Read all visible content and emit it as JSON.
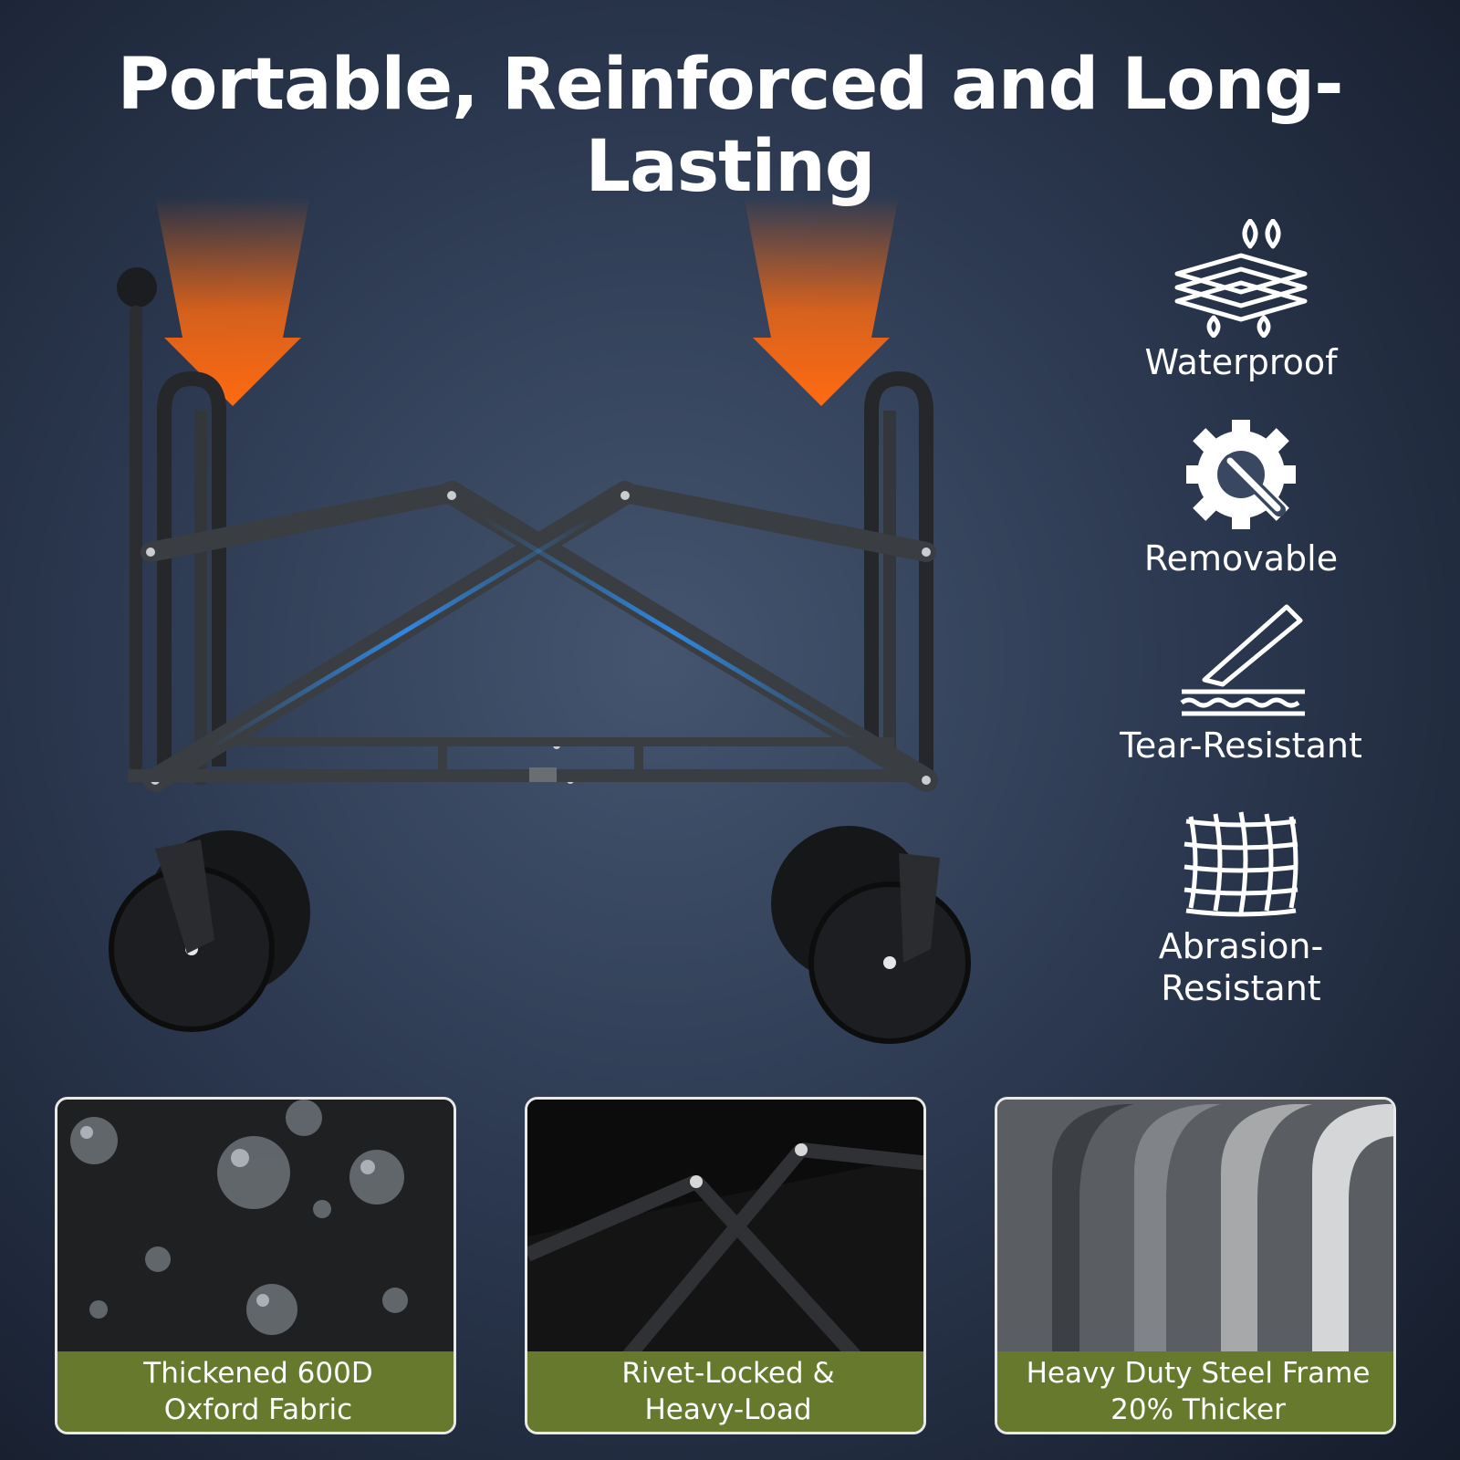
{
  "headline": "Portable, Reinforced and Long-Lasting",
  "features": [
    {
      "icon": "waterproof-fabric-icon",
      "label": "Waterproof"
    },
    {
      "icon": "gear-wrench-icon",
      "label": "Removable"
    },
    {
      "icon": "blade-cutting-fabric-icon",
      "label": "Tear-Resistant"
    },
    {
      "icon": "woven-mesh-icon",
      "label_line1": "Abrasion-",
      "label_line2": "Resistant"
    }
  ],
  "panels": [
    {
      "caption_line1": "Thickened 600D",
      "caption_line2": "Oxford Fabric"
    },
    {
      "caption_line1": "Rivet-Locked &",
      "caption_line2": "Heavy-Load"
    },
    {
      "caption_line1": "Heavy Duty Steel Frame",
      "caption_line2": "20% Thicker"
    }
  ],
  "colors": {
    "accent_orange": "#ff6a10",
    "accent_blue": "#2f8ff0",
    "caption_green": "#66792d",
    "frame_gray": "#3a3d42"
  }
}
